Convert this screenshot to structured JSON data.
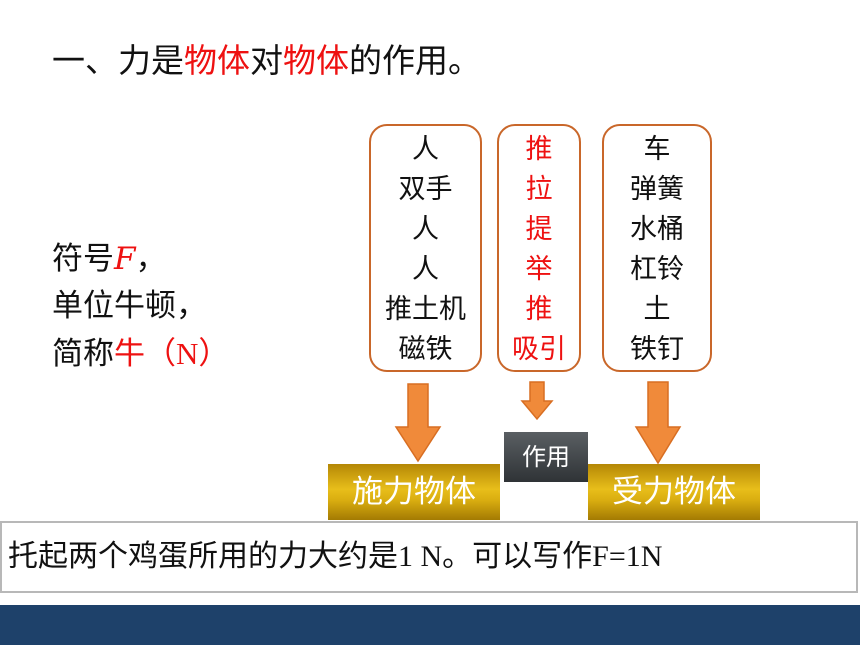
{
  "title": {
    "prefix": "一、力是",
    "obj1": "物体",
    "mid": "对",
    "obj2": "物体",
    "suffix": "的作用。"
  },
  "symbol": {
    "line1_label": "符号",
    "line1_symbol": "F",
    "line1_end": "，",
    "line2": "单位牛顿，",
    "line3_label": "简称",
    "line3_unit": "牛",
    "line3_paren": "（N）"
  },
  "agents": [
    "人",
    "双手",
    "人",
    "人",
    "推土机",
    "磁铁"
  ],
  "actions": [
    "推",
    "拉",
    "提",
    "举",
    "推",
    "吸引"
  ],
  "receivers": [
    "车",
    "弹簧",
    "水桶",
    "杠铃",
    "土",
    "铁钉"
  ],
  "labels": {
    "applying": "施力物体",
    "action": "作用",
    "receiving": "受力物体"
  },
  "note": {
    "text": "托起两个鸡蛋所用的力大约是",
    "value": "1 N",
    "text2": "。可以写作",
    "formula": "F=1N"
  },
  "colors": {
    "accent_red": "#ee1111",
    "arrow_orange": "#f08a3a",
    "box_border": "#c9672a",
    "gold": "#d9ad10",
    "dark_gray": "#3c4043",
    "footer_blue": "#1e416a"
  }
}
